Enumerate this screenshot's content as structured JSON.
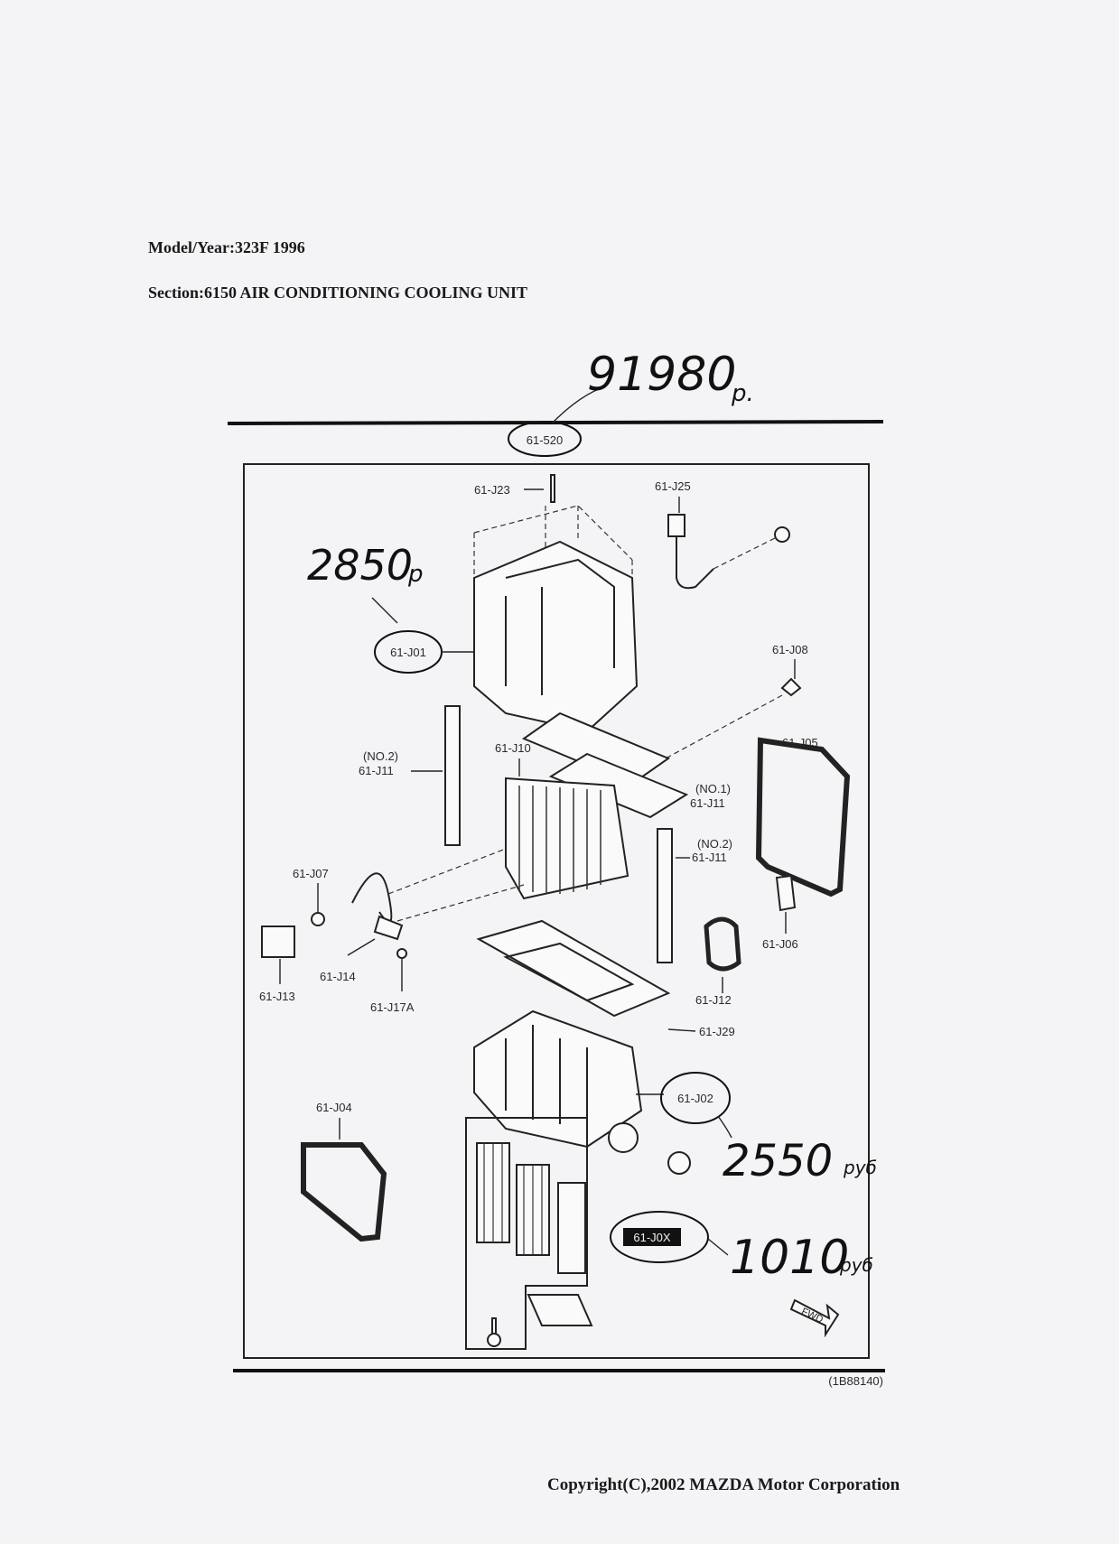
{
  "header": {
    "model_year": "Model/Year:323F 1996",
    "section": "Section:6150  AIR CONDITIONING COOLING UNIT"
  },
  "diagram": {
    "main_part": "61-520",
    "diagram_code": "(1B88140)",
    "fwd_label": "FWD",
    "part_labels": {
      "j23": "61-J23",
      "j25": "61-J25",
      "j01": "61-J01",
      "j08": "61-J08",
      "j05": "61-J05",
      "j11_no2_left_top": "(NO.2)",
      "j11_no2_left": "61-J11",
      "j10": "61-J10",
      "j11_no1_top": "(NO.1)",
      "j11_no1": "61-J11",
      "j11_no2_right_top": "(NO.2)",
      "j11_no2_right": "61-J11",
      "j07": "61-J07",
      "j06": "61-J06",
      "j13": "61-J13",
      "j14": "61-J14",
      "j17a": "61-J17A",
      "j12": "61-J12",
      "j29": "61-J29",
      "j04": "61-J04",
      "j02": "61-J02",
      "j0x": "61-J0X"
    }
  },
  "handwritten": {
    "total_price": "91980",
    "total_suffix": "p.",
    "j01_price": "2850",
    "j01_suffix": "p",
    "j02_price": "2550",
    "j02_suffix": "руб",
    "j0x_price": "1010",
    "j0x_suffix": "руб"
  },
  "footer": {
    "copyright": "Copyright(C),2002 MAZDA Motor Corporation"
  }
}
